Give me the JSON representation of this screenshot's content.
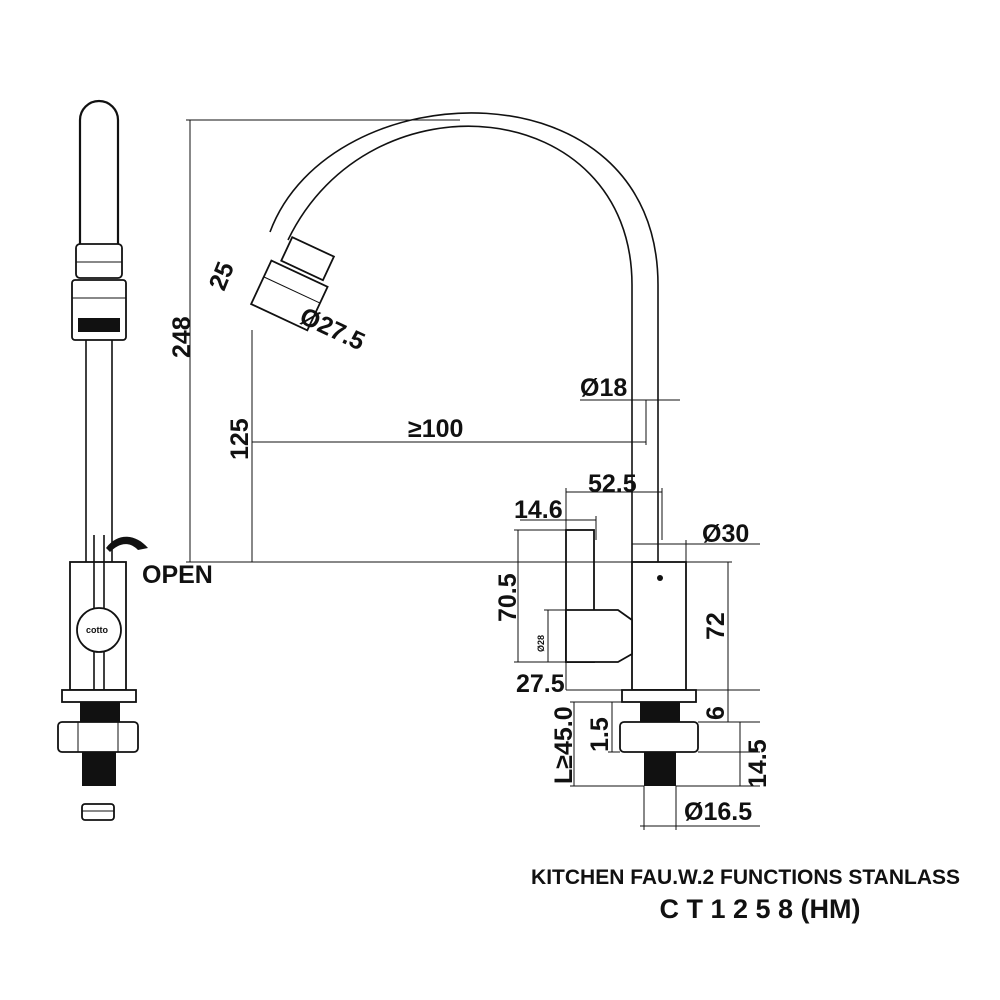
{
  "title": {
    "line1": "KITCHEN FAU.W.2 FUNCTIONS STANLASS",
    "line2": "C T 1 2 5 8 (HM)"
  },
  "side_view": {
    "open_label": "OPEN",
    "brand_mark": "cotto"
  },
  "dimensions": {
    "height_248": "248",
    "height_125": "125",
    "reach_100": "≥100",
    "aerator_25": "25",
    "aerator_dia": "Ø27.5",
    "pipe_dia": "Ø18",
    "offset_52_5": "52.5",
    "handle_14_6": "14.6",
    "body_dia": "Ø30",
    "handle_70_5": "70.5",
    "handle_dia": "Ø28",
    "handle_27_5": "27.5",
    "body_72": "72",
    "base_6": "6",
    "shank_l45": "L≥45.0",
    "nut_1_5": "1.5",
    "nut_14_5": "14.5",
    "shank_dia": "Ø16.5"
  }
}
